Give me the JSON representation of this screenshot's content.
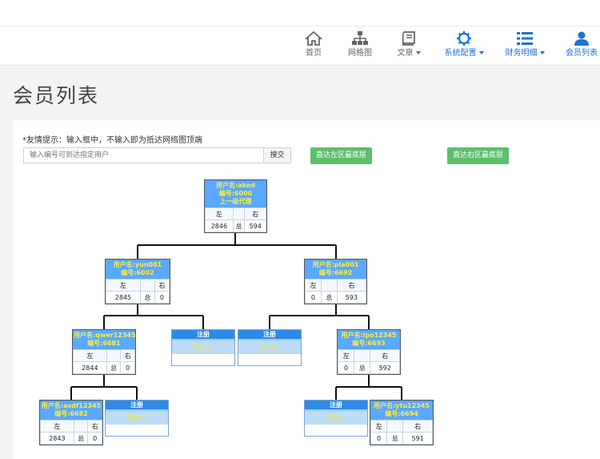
{
  "nav": [
    {
      "label": "首页",
      "icon": "home-icon",
      "active": false,
      "dropdown": false
    },
    {
      "label": "网格图",
      "icon": "sitemap-icon",
      "active": false,
      "dropdown": false
    },
    {
      "label": "文章",
      "icon": "book-icon",
      "active": false,
      "dropdown": true
    },
    {
      "label": "系统配置",
      "icon": "gear-icon",
      "active": true,
      "dropdown": true
    },
    {
      "label": "财务明细",
      "icon": "list-icon",
      "active": true,
      "dropdown": true
    },
    {
      "label": "会员列表",
      "icon": "user-icon",
      "active": true,
      "dropdown": false
    }
  ],
  "page": {
    "title": "会员列表"
  },
  "toolbar": {
    "tip": "*友情提示：输入框中，不输入即为抵达网络图顶端",
    "search_placeholder": "输入编号可到达指定用户",
    "search_button": "搜交",
    "left_button": "直达左区最底层",
    "right_button": "直达右区最底层"
  },
  "tree": {
    "labels": {
      "left": "左",
      "right": "右",
      "total": "总",
      "register": "注册",
      "register_link": "添加入"
    },
    "root": {
      "username": "用户名:aked",
      "id": "编号:6000",
      "level": "上一级代理",
      "left": "2846",
      "right": "594"
    },
    "n6002": {
      "username": "用户名:yun001",
      "id": "编号:6002",
      "left": "2845",
      "right": "0"
    },
    "n6692": {
      "username": "用户名:pla001",
      "id": "编号:6692",
      "left": "0",
      "right": "593"
    },
    "n6681": {
      "username": "用户名:qwer12345",
      "id": "编号:6681",
      "left": "2844",
      "right": "0"
    },
    "n6693": {
      "username": "用户名:ipo12345",
      "id": "编号:6693",
      "left": "0",
      "right": "592"
    },
    "n6682": {
      "username": "用户名:asdf12345",
      "id": "编号:6682",
      "left": "2843",
      "right": "0"
    },
    "n6694": {
      "username": "用户名:ytu12345",
      "id": "编号:6694",
      "left": "0",
      "right": "591"
    }
  },
  "colors": {
    "accent": "#1f6fd6",
    "green": "#5cbf6c",
    "node_header": "#5aa8ff",
    "node_header_text": "#ffec40",
    "register_header": "#2d8ae6"
  }
}
